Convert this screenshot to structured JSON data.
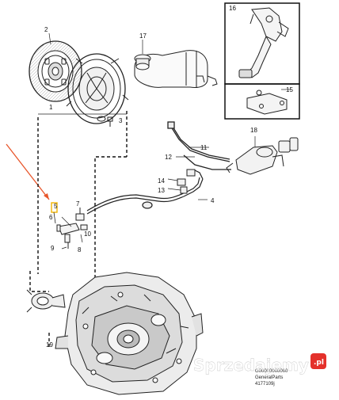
{
  "diagram": {
    "callouts": {
      "c1": "1",
      "c2": "2",
      "c3": "3",
      "c4": "4",
      "c5": "5",
      "c6": "6",
      "c7": "7",
      "c8": "8",
      "c9": "9",
      "c10": "10",
      "c11": "11",
      "c12": "12",
      "c13": "13",
      "c14": "14",
      "c15": "15",
      "c16": "16",
      "c17": "17",
      "c18": "18",
      "c19": "19"
    },
    "reference": {
      "line1": "G00000000000",
      "line2": "GeneralParts",
      "line3": "4177109j"
    },
    "watermark": {
      "text": "Sprzedajemy",
      "tld": ".pl",
      "brand_color": "#e4312b"
    },
    "arrow_color": "#e8552a",
    "highlight_color": "#f2b400"
  }
}
